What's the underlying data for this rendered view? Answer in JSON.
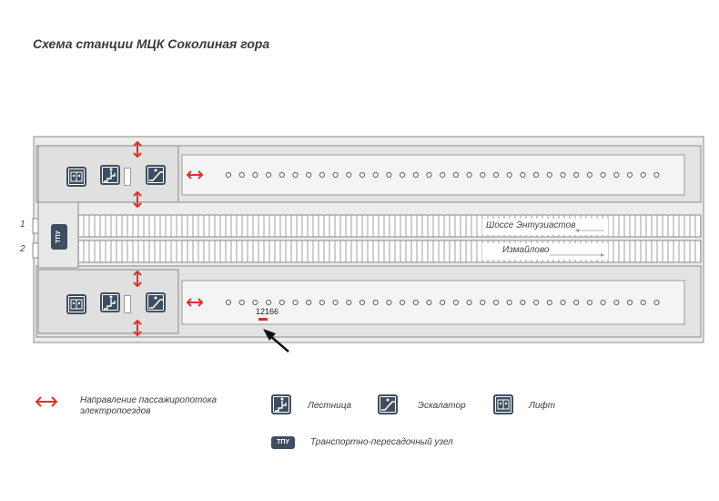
{
  "title": "Схема станции МЦК Соколиная гора",
  "tracks": [
    {
      "number": "1",
      "direction": "Шоссе Энтузиастов"
    },
    {
      "number": "2",
      "direction": "Измайлово"
    }
  ],
  "tpu_label": "ТПУ",
  "marker": {
    "label": "12166"
  },
  "legend": {
    "passenger_flow": "Направление пассажиропотока электропоездов",
    "stairs": "Лестница",
    "escalator": "Эскалатор",
    "elevator": "Лифт",
    "tpu": "Транспортно-пересадочный узел",
    "tpu_chip": "ТПУ"
  },
  "colors": {
    "accent_red": "#d9332b",
    "icon_navy": "#3f4d60",
    "platform_gray": "#e3e3e3",
    "outline": "#8a8a8a"
  }
}
